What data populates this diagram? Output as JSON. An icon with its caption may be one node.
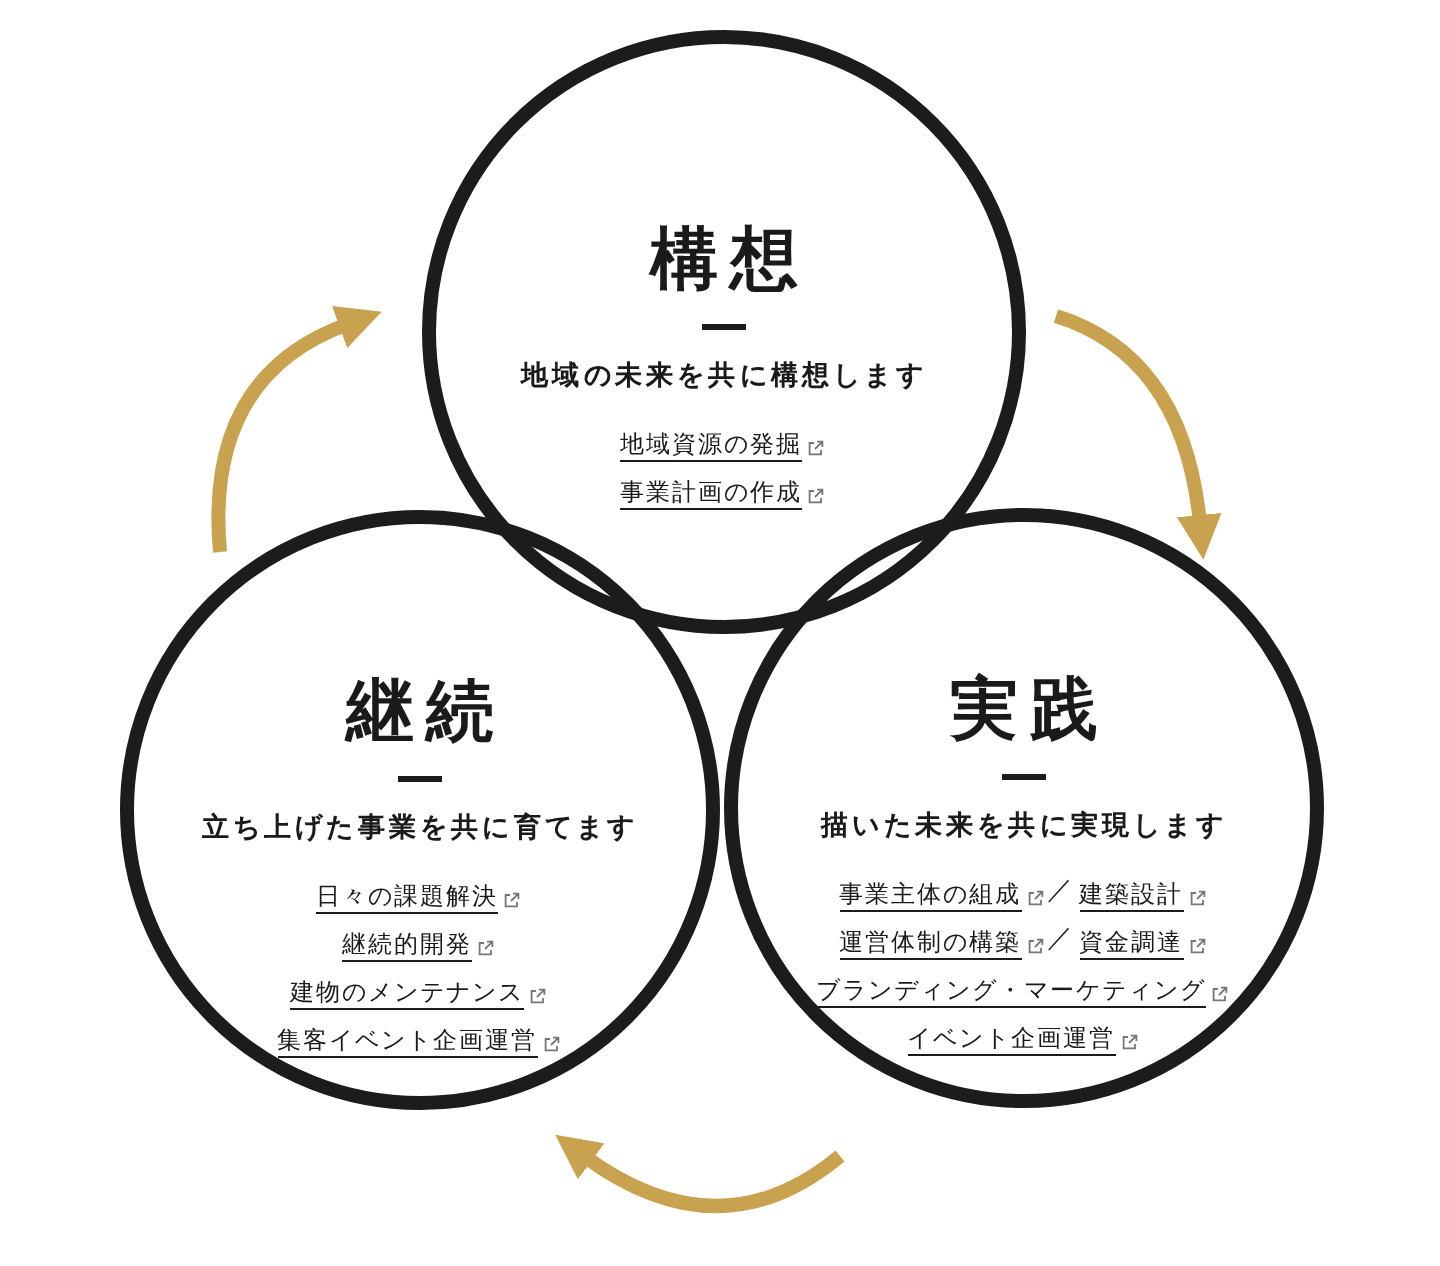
{
  "diagram": {
    "nodes": [
      {
        "text": [
          "構想",
          "地域の未来を共に構想します",
          "地域資源の発掘",
          "事業計画の作成"
        ]
      },
      {
        "text": [
          "実践",
          "描いた未来を共に実現します",
          "事業主体の組成",
          "建築設計",
          "運営体制の構築",
          "資金調達",
          "ブランディング・マーケティング",
          "イベント企画運営"
        ]
      },
      {
        "text": [
          "継続",
          "立ち上げた事業を共に育てます",
          "日々の課題解決",
          "継続的開発",
          "建物のメンテナンス",
          "集客イベント企画運営"
        ]
      }
    ],
    "edges": [
      {
        "from": 0,
        "to": 1,
        "arrow": "to"
      },
      {
        "from": 1,
        "to": 2,
        "arrow": "to"
      },
      {
        "from": 2,
        "to": 0,
        "arrow": "to"
      }
    ],
    "labels": [
      "／",
      "／"
    ]
  }
}
